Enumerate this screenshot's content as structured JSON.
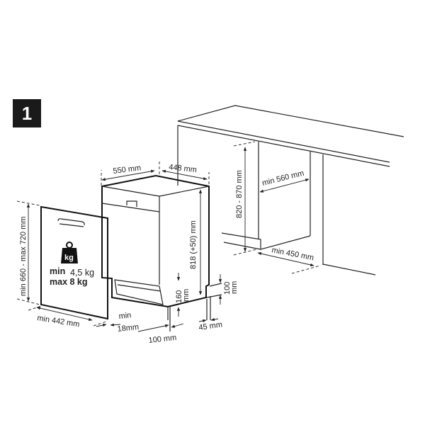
{
  "step_number": "1",
  "door_panel": {
    "height": "min 660 - max 720 mm",
    "width": "min 442 mm",
    "weight_icon_label": "kg",
    "weight_min_label": "min",
    "weight_min_value": "4,5 kg",
    "weight_max": "max 8 kg"
  },
  "appliance": {
    "depth": "550 mm",
    "width": "448 mm",
    "height": "818 (+50) mm",
    "plinth_height": "160",
    "plinth_height_unit": "mm",
    "foot_height": "100",
    "foot_height_unit": "mm",
    "door_thickness_label": "min",
    "door_thickness_value": "18mm",
    "plinth_depth": "100 mm",
    "foot_depth": "45 mm"
  },
  "niche": {
    "height": "820 - 870 mm",
    "depth": "min 560 mm",
    "width": "min 450 mm"
  }
}
